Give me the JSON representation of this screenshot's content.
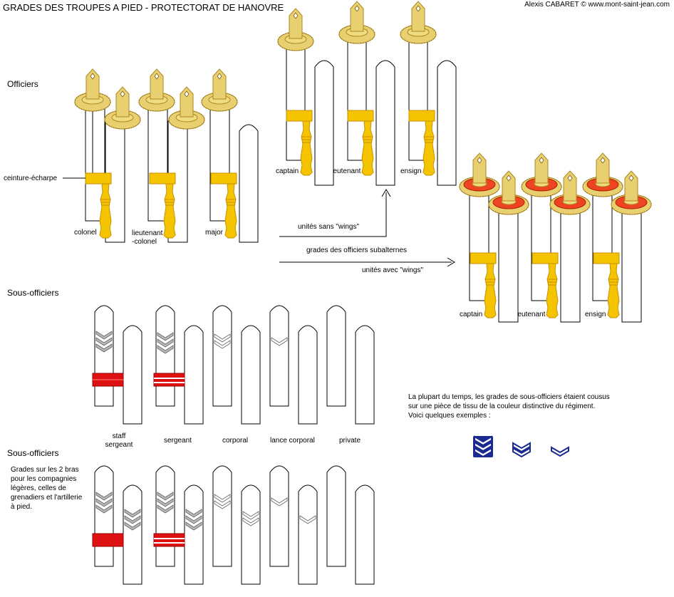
{
  "title": "GRADES DES TROUPES A PIED - PROTECTORAT DE HANOVRE",
  "credit": "Alexis CABARET © www.mont-saint-jean.com",
  "sections": {
    "officers": "Officiers",
    "nco": "Sous-officiers",
    "nco_both_arms": "Sous-officiers"
  },
  "labels": {
    "sash": "ceinture-écharpe",
    "colonel": "colonel",
    "lt_colonel": "lieutenant\n-colonel",
    "major": "major",
    "captain": "captain",
    "lieutenant": "lieutenant",
    "ensign": "ensign",
    "captain_w": "captain",
    "lieutenant_w": "lieutenant",
    "ensign_w": "ensign",
    "no_wings": "unités sans \"wings\"",
    "subaltern": "grades des officiers subalternes",
    "with_wings": "unités avec \"wings\"",
    "staff_sergeant": "staff\nsergeant",
    "sergeant": "sergeant",
    "corporal": "corporal",
    "lance_corporal": "lance corporal",
    "private": "private"
  },
  "notes": {
    "both_arms": "Grades sur les 2 bras\npour les compagnies\nlégères, celles de\ngrenadiers et l'artillerie\nà pied.",
    "cloth": "La plupart du temps, les grades de sous-officiers étaient cousus\nsur une pièce de tissu de la couleur distinctive du régiment.\nVoici quelques exemples :"
  },
  "colors": {
    "gold": "#f5c400",
    "gold_dark": "#c89000",
    "epaulette_gold": "#e8d070",
    "facing_red": "#ee4422",
    "nco_red": "#dd1111",
    "chevron_grey": "#b8b8b8",
    "cloth_blue": "#1a2a90"
  }
}
